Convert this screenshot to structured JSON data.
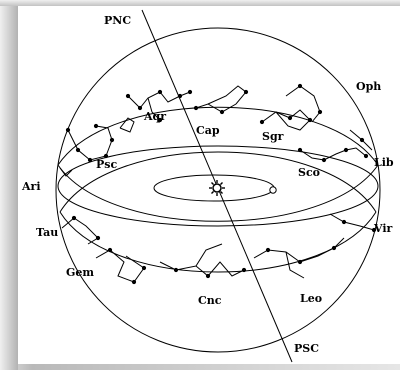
{
  "diagram": {
    "poles": {
      "north": "PNC",
      "south": "PSC"
    },
    "zodiac": [
      {
        "id": "ari",
        "label": "Ari"
      },
      {
        "id": "tau",
        "label": "Tau"
      },
      {
        "id": "gem",
        "label": "Gem"
      },
      {
        "id": "cnc",
        "label": "Cnc"
      },
      {
        "id": "leo",
        "label": "Leo"
      },
      {
        "id": "vir",
        "label": "Vir"
      },
      {
        "id": "lib",
        "label": "Lib"
      },
      {
        "id": "sco",
        "label": "Sco"
      },
      {
        "id": "oph",
        "label": "Oph"
      },
      {
        "id": "sgr",
        "label": "Sgr"
      },
      {
        "id": "cap",
        "label": "Cap"
      },
      {
        "id": "aqr",
        "label": "Aqr"
      },
      {
        "id": "psc",
        "label": "Psc"
      }
    ],
    "center_symbol": "sun",
    "colors": {
      "line": "#000000",
      "background": "#ffffff",
      "frame": "#b9b9b9"
    }
  }
}
